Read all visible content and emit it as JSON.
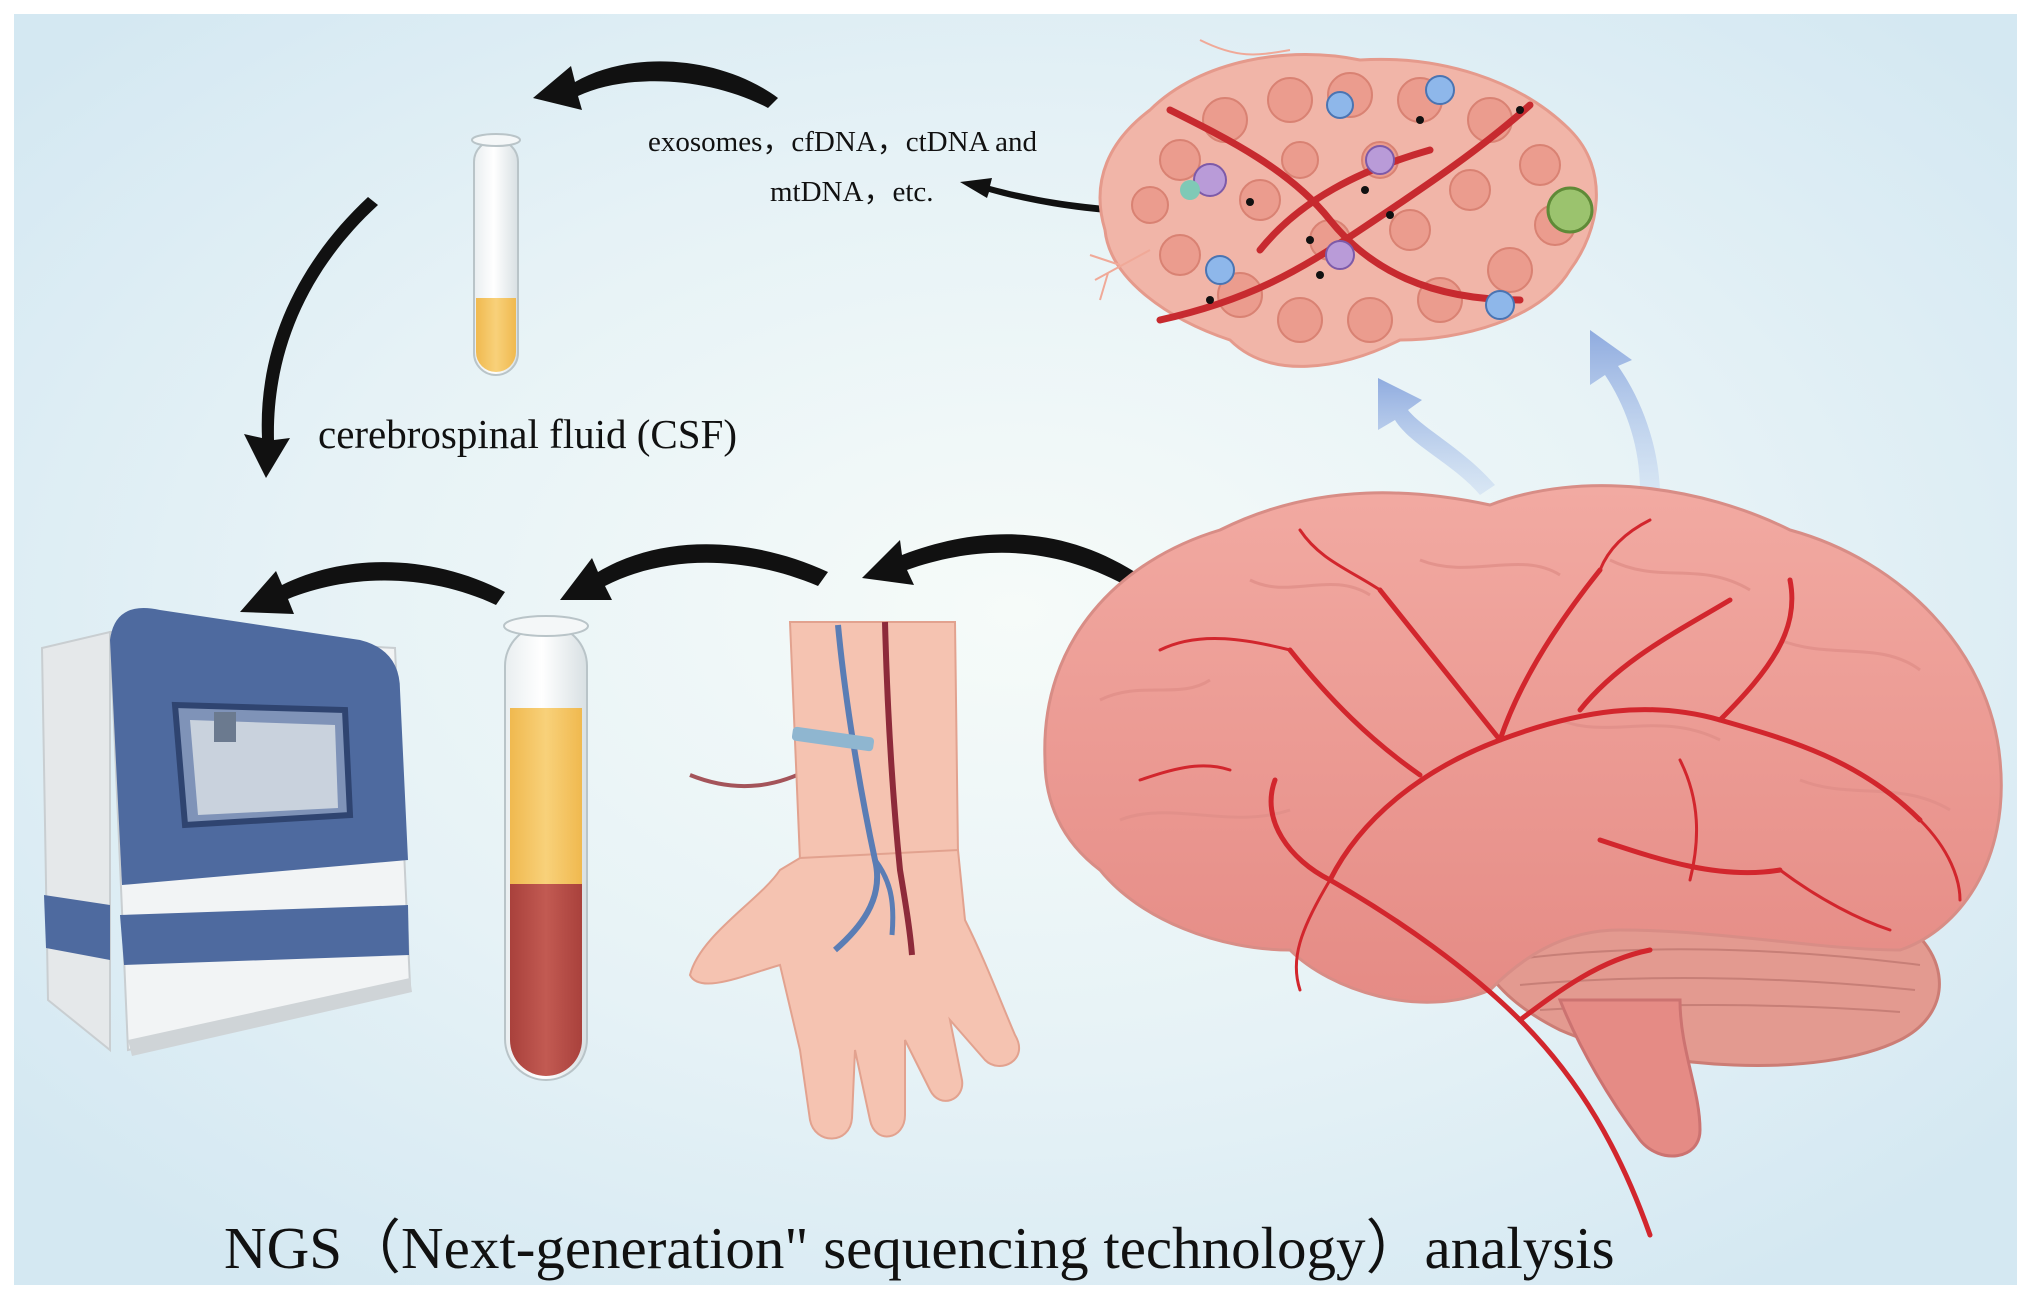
{
  "labels": {
    "molecules_line1": "exosomes，cfDNA，ctDNA and",
    "molecules_line2": "mtDNA，etc.",
    "csf": "cerebrospinal fluid (CSF)",
    "title": "NGS（Next-generation\" sequencing technology）analysis"
  },
  "colors": {
    "background": "#e4f1f7",
    "vessel_red": "#d2262d",
    "brain_pink": "#ef9f98",
    "plasma_yellow": "#f5c86a",
    "blood_red": "#b84c46",
    "sequencer_blue": "#4e6a9f",
    "arrow_black": "#111111",
    "arrow_light_blue": "#9db6e2"
  },
  "icons": [
    "ngs-sequencer-icon",
    "blood-test-tube-icon",
    "csf-test-tube-icon",
    "hand-blood-draw-icon",
    "brain-icon",
    "tumor-microenvironment-icon"
  ]
}
